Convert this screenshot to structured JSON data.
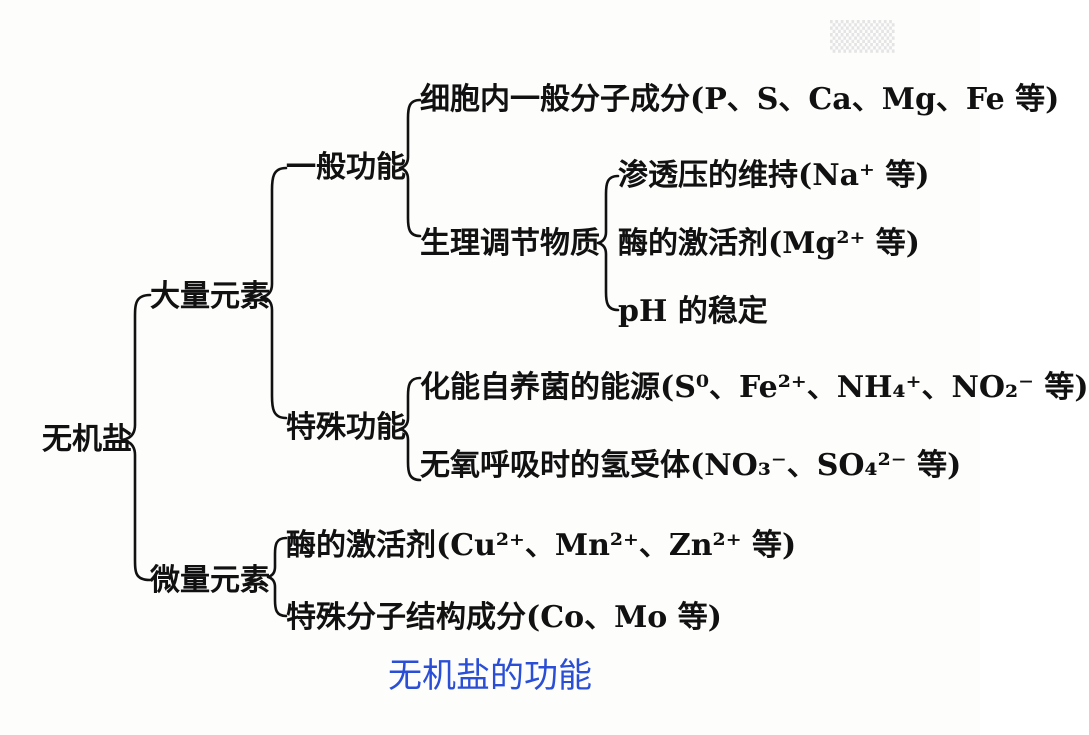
{
  "root": "无机盐",
  "major": "大量元素",
  "trace": "微量元素",
  "general_function": "一般功能",
  "special_function": "特殊功能",
  "cell_component": "细胞内一般分子成分(P、S、Ca、Mg、Fe 等)",
  "regulator": "生理调节物质",
  "osmotic": "渗透压的维持(Na⁺ 等)",
  "enzyme_activator_mg": "酶的激活剂(Mg²⁺ 等)",
  "ph": "pH 的稳定",
  "chemo_energy": "化能自养菌的能源(S⁰、Fe²⁺、NH₄⁺、NO₂⁻ 等)",
  "anaerobic_acceptor": "无氧呼吸时的氢受体(NO₃⁻、SO₄²⁻ 等)",
  "enzyme_activator_trace": "酶的激活剂(Cu²⁺、Mn²⁺、Zn²⁺ 等)",
  "special_structure": "特殊分子结构成分(Co、Mo 等)",
  "caption": "无机盐的功能"
}
